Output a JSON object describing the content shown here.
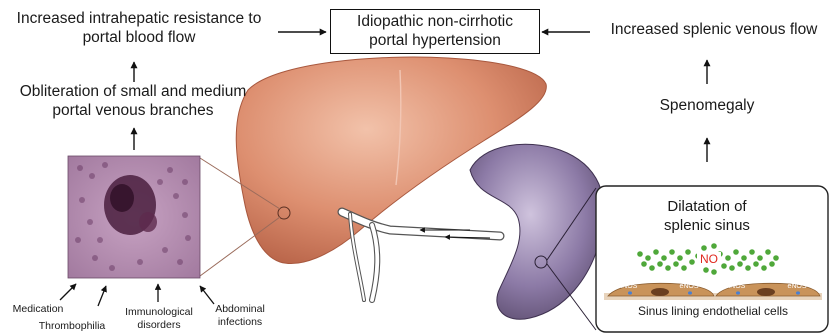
{
  "nodes": {
    "resistance": "Increased intrahepatic resistance to portal blood flow",
    "inch": "Idiopathic non-cirrhotic portal hypertension",
    "splenic_flow": "Increased splenic venous flow",
    "obliteration": "Obliteration of small and medium portal venous branches",
    "splenomegaly": "Spenomegaly",
    "dilatation": "Dilatation of splenic sinus",
    "no_label": "NO",
    "inos_1": "iNOS",
    "enos_1": "eNOS",
    "inos_2": "iNOS",
    "enos_2": "eNOS",
    "endothelial": "Sinus lining endothelial cells"
  },
  "causes": [
    "Medication",
    "Thrombophilia",
    "Immunological disorders",
    "Abdominal infections"
  ],
  "colors": {
    "liver": "#d9876a",
    "spleen": "#7b6a92",
    "histology": "#b88ab3",
    "no_dots": "#4fa83a",
    "no_text": "#e0281e",
    "cell": "#c9935a"
  }
}
